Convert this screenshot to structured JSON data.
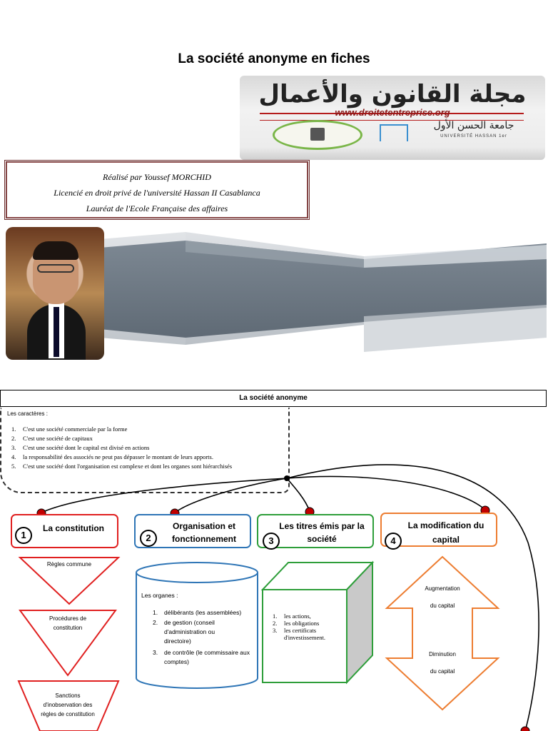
{
  "document": {
    "title": "La société anonyme en fiches"
  },
  "banner": {
    "arabic_title": "مجلة القانون والأعمال",
    "url": "www.droitetentreprise.org",
    "university_arabic": "جامعة الحسن الأول",
    "university_latin": "UNIVERSITÉ HASSAN 1er"
  },
  "author": {
    "line1": "Réalisé par Youssef MORCHID",
    "line2": "Licencié en droit privé de l'université Hassan II Casablanca",
    "line3": "Lauréat de l'Ecole Française des affaires"
  },
  "diagram": {
    "header": "La société anonyme",
    "features_title": "Les caractères :",
    "features": [
      {
        "num": "1.",
        "text": "C'est une société commerciale par la forme"
      },
      {
        "num": "2.",
        "text": "C'est une société de capitaux"
      },
      {
        "num": "3.",
        "text": "C'est une société dont le capital est divisé en actions"
      },
      {
        "num": "4.",
        "text": "la responsabilité des associés ne peut pas dépasser le montant de leurs apports."
      },
      {
        "num": "5.",
        "text": "C'est une société dont l'organisation est complexe et dont les organes sont hiérarchisés"
      }
    ],
    "cards": [
      {
        "num": "1",
        "title": "La constitution",
        "color": "#e02020"
      },
      {
        "num": "2",
        "title": "Organisation et fonctionnement",
        "color": "#2e75b6"
      },
      {
        "num": "3",
        "title": "Les titres émis par la société",
        "color": "#2e9e3a"
      },
      {
        "num": "4",
        "title": "La modification du capital",
        "color": "#ed7d31"
      }
    ],
    "constitution_steps": [
      "Règles commune",
      "Procédures de constitution",
      "Sanctions d'inobservation des règles de constitution"
    ],
    "organes": {
      "title": "Les organes :",
      "items": [
        {
          "num": "1.",
          "text": "délibérants (les assemblées)"
        },
        {
          "num": "2.",
          "text": "de gestion (conseil d'administration ou directoire)"
        },
        {
          "num": "3.",
          "text": "de contrôle (le commissaire aux comptes)"
        }
      ]
    },
    "titres": [
      {
        "num": "1.",
        "text": "les actions,"
      },
      {
        "num": "2.",
        "text": "les obligations"
      },
      {
        "num": "3.",
        "text": "les certificats d'investissement."
      }
    ],
    "capital": {
      "augmentation_line1": "Augmentation",
      "augmentation_line2": "du capital",
      "diminution_line1": "Diminution",
      "diminution_line2": "du capital"
    },
    "colors": {
      "red": "#e02020",
      "blue": "#2e75b6",
      "green": "#2e9e3a",
      "orange": "#ed7d31",
      "dot": "#c00000"
    }
  }
}
